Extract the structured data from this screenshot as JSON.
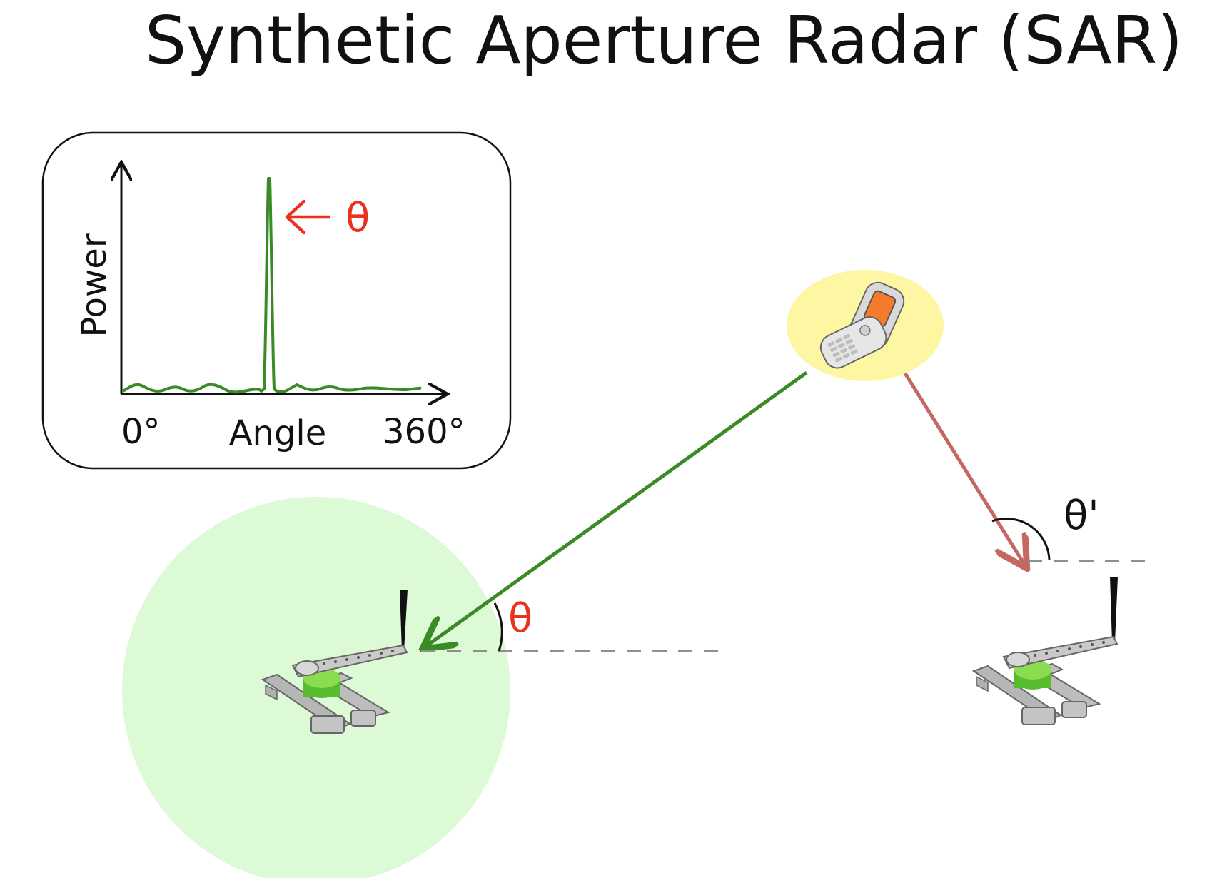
{
  "title": "Synthetic Aperture Radar (SAR)",
  "inset_plot": {
    "ylabel": "Power",
    "xlabel": "Angle",
    "x_min_label": "0°",
    "x_max_label": "360°",
    "peak_label": "θ",
    "trace_color": "#3a8a26",
    "peak_label_color": "#e8321e"
  },
  "scene": {
    "transmitter": "phone-icon",
    "receivers": [
      "robot-antenna-left",
      "robot-antenna-right"
    ],
    "angle_left_label": "θ",
    "angle_right_label": "θ'",
    "green_arrow_color": "#3a8a26",
    "red_arrow_color": "#c46862",
    "phone_halo_color": "#fdf6a3",
    "aperture_circle_color": "#dcfad6"
  }
}
